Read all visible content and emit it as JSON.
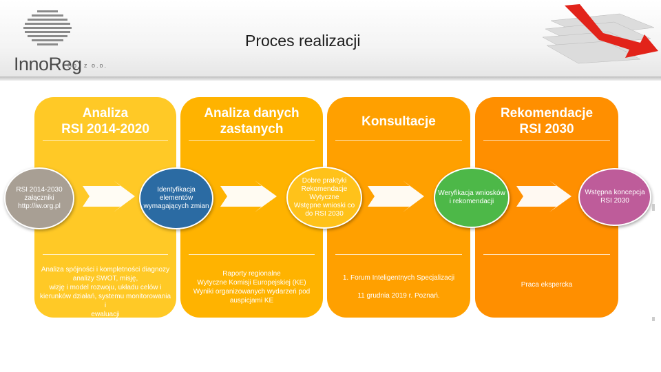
{
  "header": {
    "title": "Proces realizacji",
    "logo_text": "InnoReg",
    "logo_sub": "Sp. z o.o."
  },
  "columns": [
    {
      "title": "Analiza\nRSI 2014-2020",
      "bottom_text": "Analiza spójności i kompletności diagnozy\nanalizy SWOT, misję,\nwizję i model rozwoju, układu celów i\nkierunków działań, systemu monitorowania i\newaluacji",
      "color": "#FFC926"
    },
    {
      "title": "Analiza danych\nzastanych",
      "bottom_text": "Raporty regionalne\nWytyczne Komisji Europejskiej (KE)\nWyniki organizowanych wydarzeń pod\nauspicjami KE",
      "color": "#FFB300"
    },
    {
      "title": "Konsultacje",
      "bottom_text": "1.    Forum Inteligentnych Specjalizacji\n\n11 grudnia 2019 r. Poznań.",
      "color": "#FFA000"
    },
    {
      "title": "Rekomendacje\nRSI 2030",
      "bottom_text": "Praca ekspercka",
      "color": "#FF8F00"
    }
  ],
  "circles": [
    {
      "text": "RSI 2014-2030\nzałączniki\nhttp://iw.org.pl",
      "color": "#A89F94"
    },
    {
      "text": "Identyfikacja\nelementów\nwymagających zmian",
      "color": "#2B6BA3"
    },
    {
      "text": "Dobre praktyki\nRekomendacje\nWytyczne\nWstępne wnioski co\ndo RSI 2030",
      "color": "#FFC21A"
    },
    {
      "text": "Weryfikacja wniosków\ni rekomendacji",
      "color": "#4DB848"
    },
    {
      "text": "Wstępna koncepcja\nRSI 2030",
      "color": "#BE5C9A"
    }
  ],
  "colors": {
    "arrow": "#ffffff",
    "red_accent": "#E2231A"
  }
}
